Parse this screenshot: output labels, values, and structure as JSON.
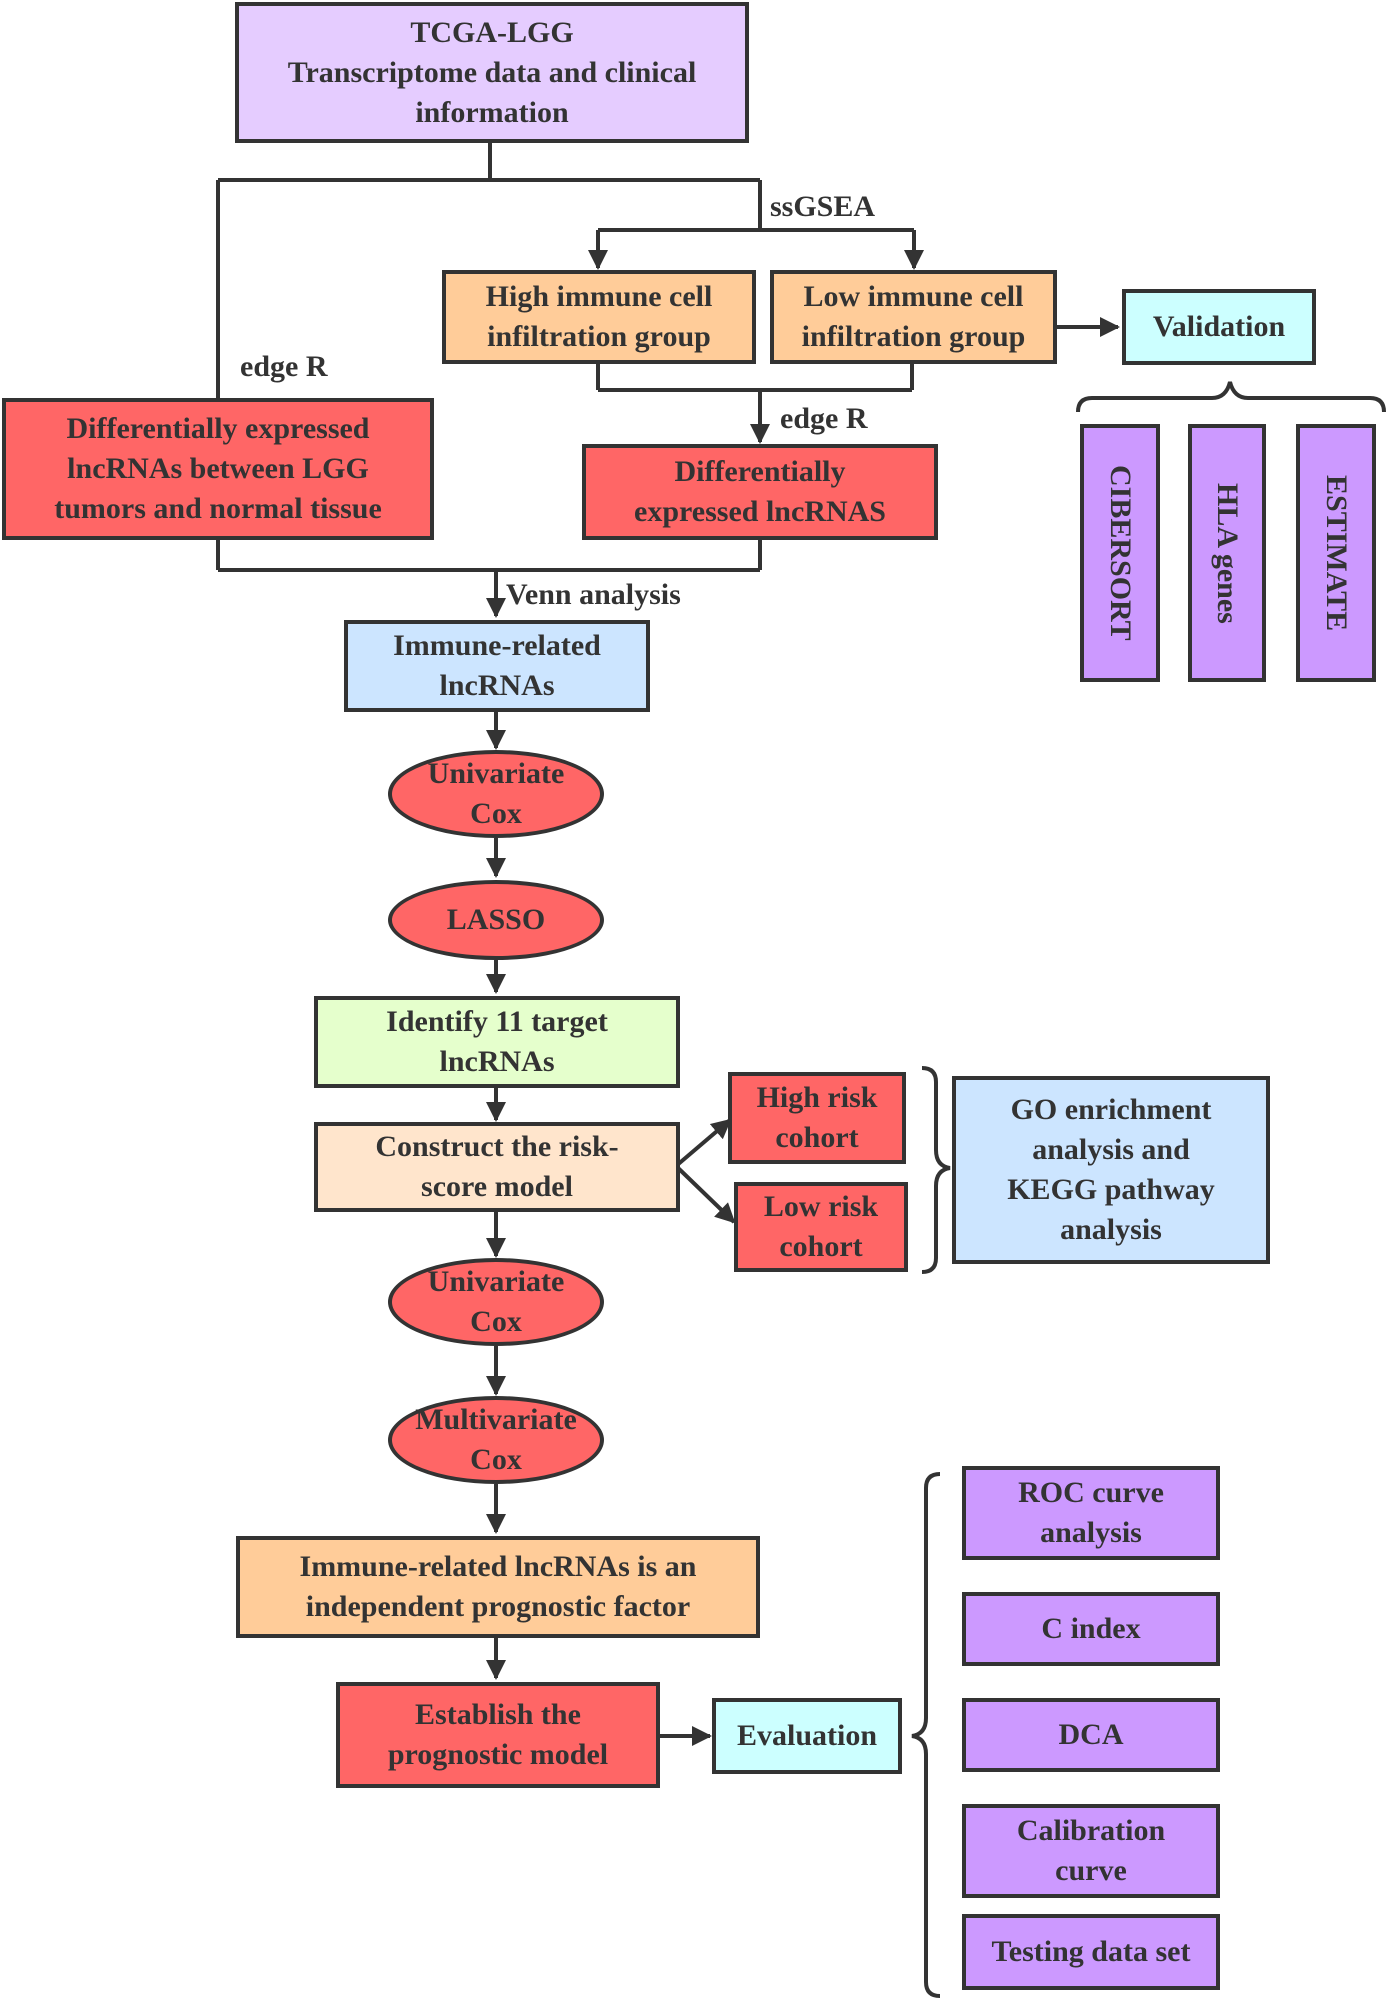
{
  "colors": {
    "purple": "#E5CCFF",
    "purple_dark": "#CC99FF",
    "orange": "#FFCC99",
    "red": "#FF6666",
    "cyan": "#CCFFFF",
    "blue": "#CCE5FF",
    "green": "#E5FFCC",
    "peach": "#FFE5CC",
    "line": "#333333"
  },
  "nodes": {
    "tcga": "TCGA-LGG\nTranscriptome data and clinical\ninformation",
    "high_immune": "High immune cell\ninfiltration group",
    "low_immune": "Low immune cell\ninfiltration group",
    "validation": "Validation",
    "de_tumor_normal": "Differentially expressed\nlncRNAs between LGG\ntumors and normal tissue",
    "de_lncrnas": "Differentially\nexpressed lncRNAS",
    "cibersort": "CIBERSORT",
    "hla_genes": "HLA genes",
    "estimate": "ESTIMATE",
    "immune_related": "Immune-related\nlncRNAs",
    "univariate_cox_1": "Univariate\nCox",
    "lasso": "LASSO",
    "identify_targets": "Identify 11 target\nlncRNAs",
    "construct_model": "Construct the risk-\nscore model",
    "high_risk": "High risk\ncohort",
    "low_risk": "Low risk\ncohort",
    "go_kegg": "GO enrichment\nanalysis and\nKEGG pathway\nanalysis",
    "univariate_cox_2": "Univariate\nCox",
    "multivariate_cox": "Multivariate\nCox",
    "independent_factor": "Immune-related lncRNAs is an\nindependent prognostic factor",
    "prognostic_model": "Establish the\nprognostic model",
    "evaluation": "Evaluation",
    "roc": "ROC curve\nanalysis",
    "c_index": "C index",
    "dca": "DCA",
    "calibration": "Calibration\ncurve",
    "testing": "Testing data set"
  },
  "labels": {
    "ssgsea": "ssGSEA",
    "edge_r_left": "edge R",
    "edge_r_right": "edge R",
    "venn": "Venn analysis"
  }
}
